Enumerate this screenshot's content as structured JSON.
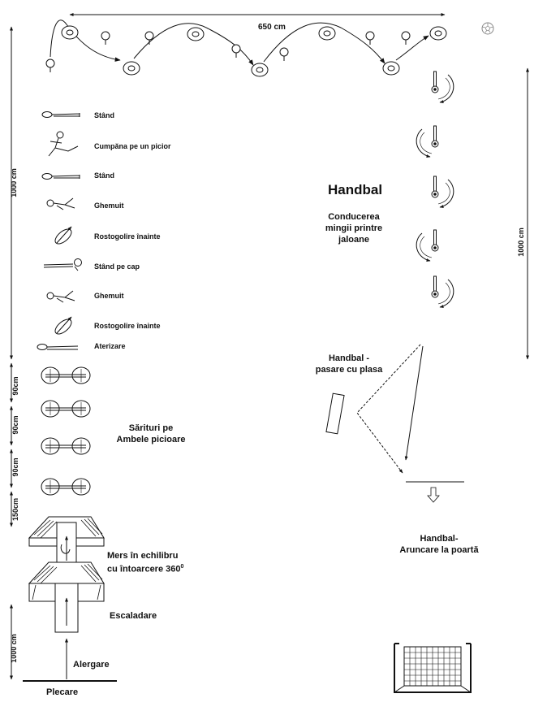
{
  "dimensions": {
    "top_width": "650 cm",
    "left_height": "1000 cm",
    "right_height": "1000 cm",
    "start_distance": "1000 cm",
    "gap_1": "90cm",
    "gap_2": "90cm",
    "gap_3": "90cm",
    "gap_4": "150cm"
  },
  "floor_exercises": [
    "Stând",
    "Cumpăna pe un picior",
    "Stând",
    "Ghemuit",
    "Rostogolire înainte",
    "Stând pe cap",
    "Ghemuit",
    "Rostogolire înainte",
    "Aterizare"
  ],
  "jumps": {
    "line1": "Sărituri pe",
    "line2": "Ambele picioare"
  },
  "balance": {
    "line1": "Mers în echilibru",
    "line2": "cu întoarcere 360",
    "sup": "0"
  },
  "climbing": "Escaladare",
  "running": "Alergare",
  "start": "Plecare",
  "handball": {
    "title": "Handbal",
    "dribble": [
      "Conducerea",
      "mingii printre",
      "jaloane"
    ],
    "pass": [
      "Handbal -",
      "pasare cu plasa"
    ],
    "shot": [
      "Handbal-",
      "Aruncare la poartă"
    ]
  },
  "colors": {
    "ink": "#111111",
    "paper": "#ffffff"
  }
}
